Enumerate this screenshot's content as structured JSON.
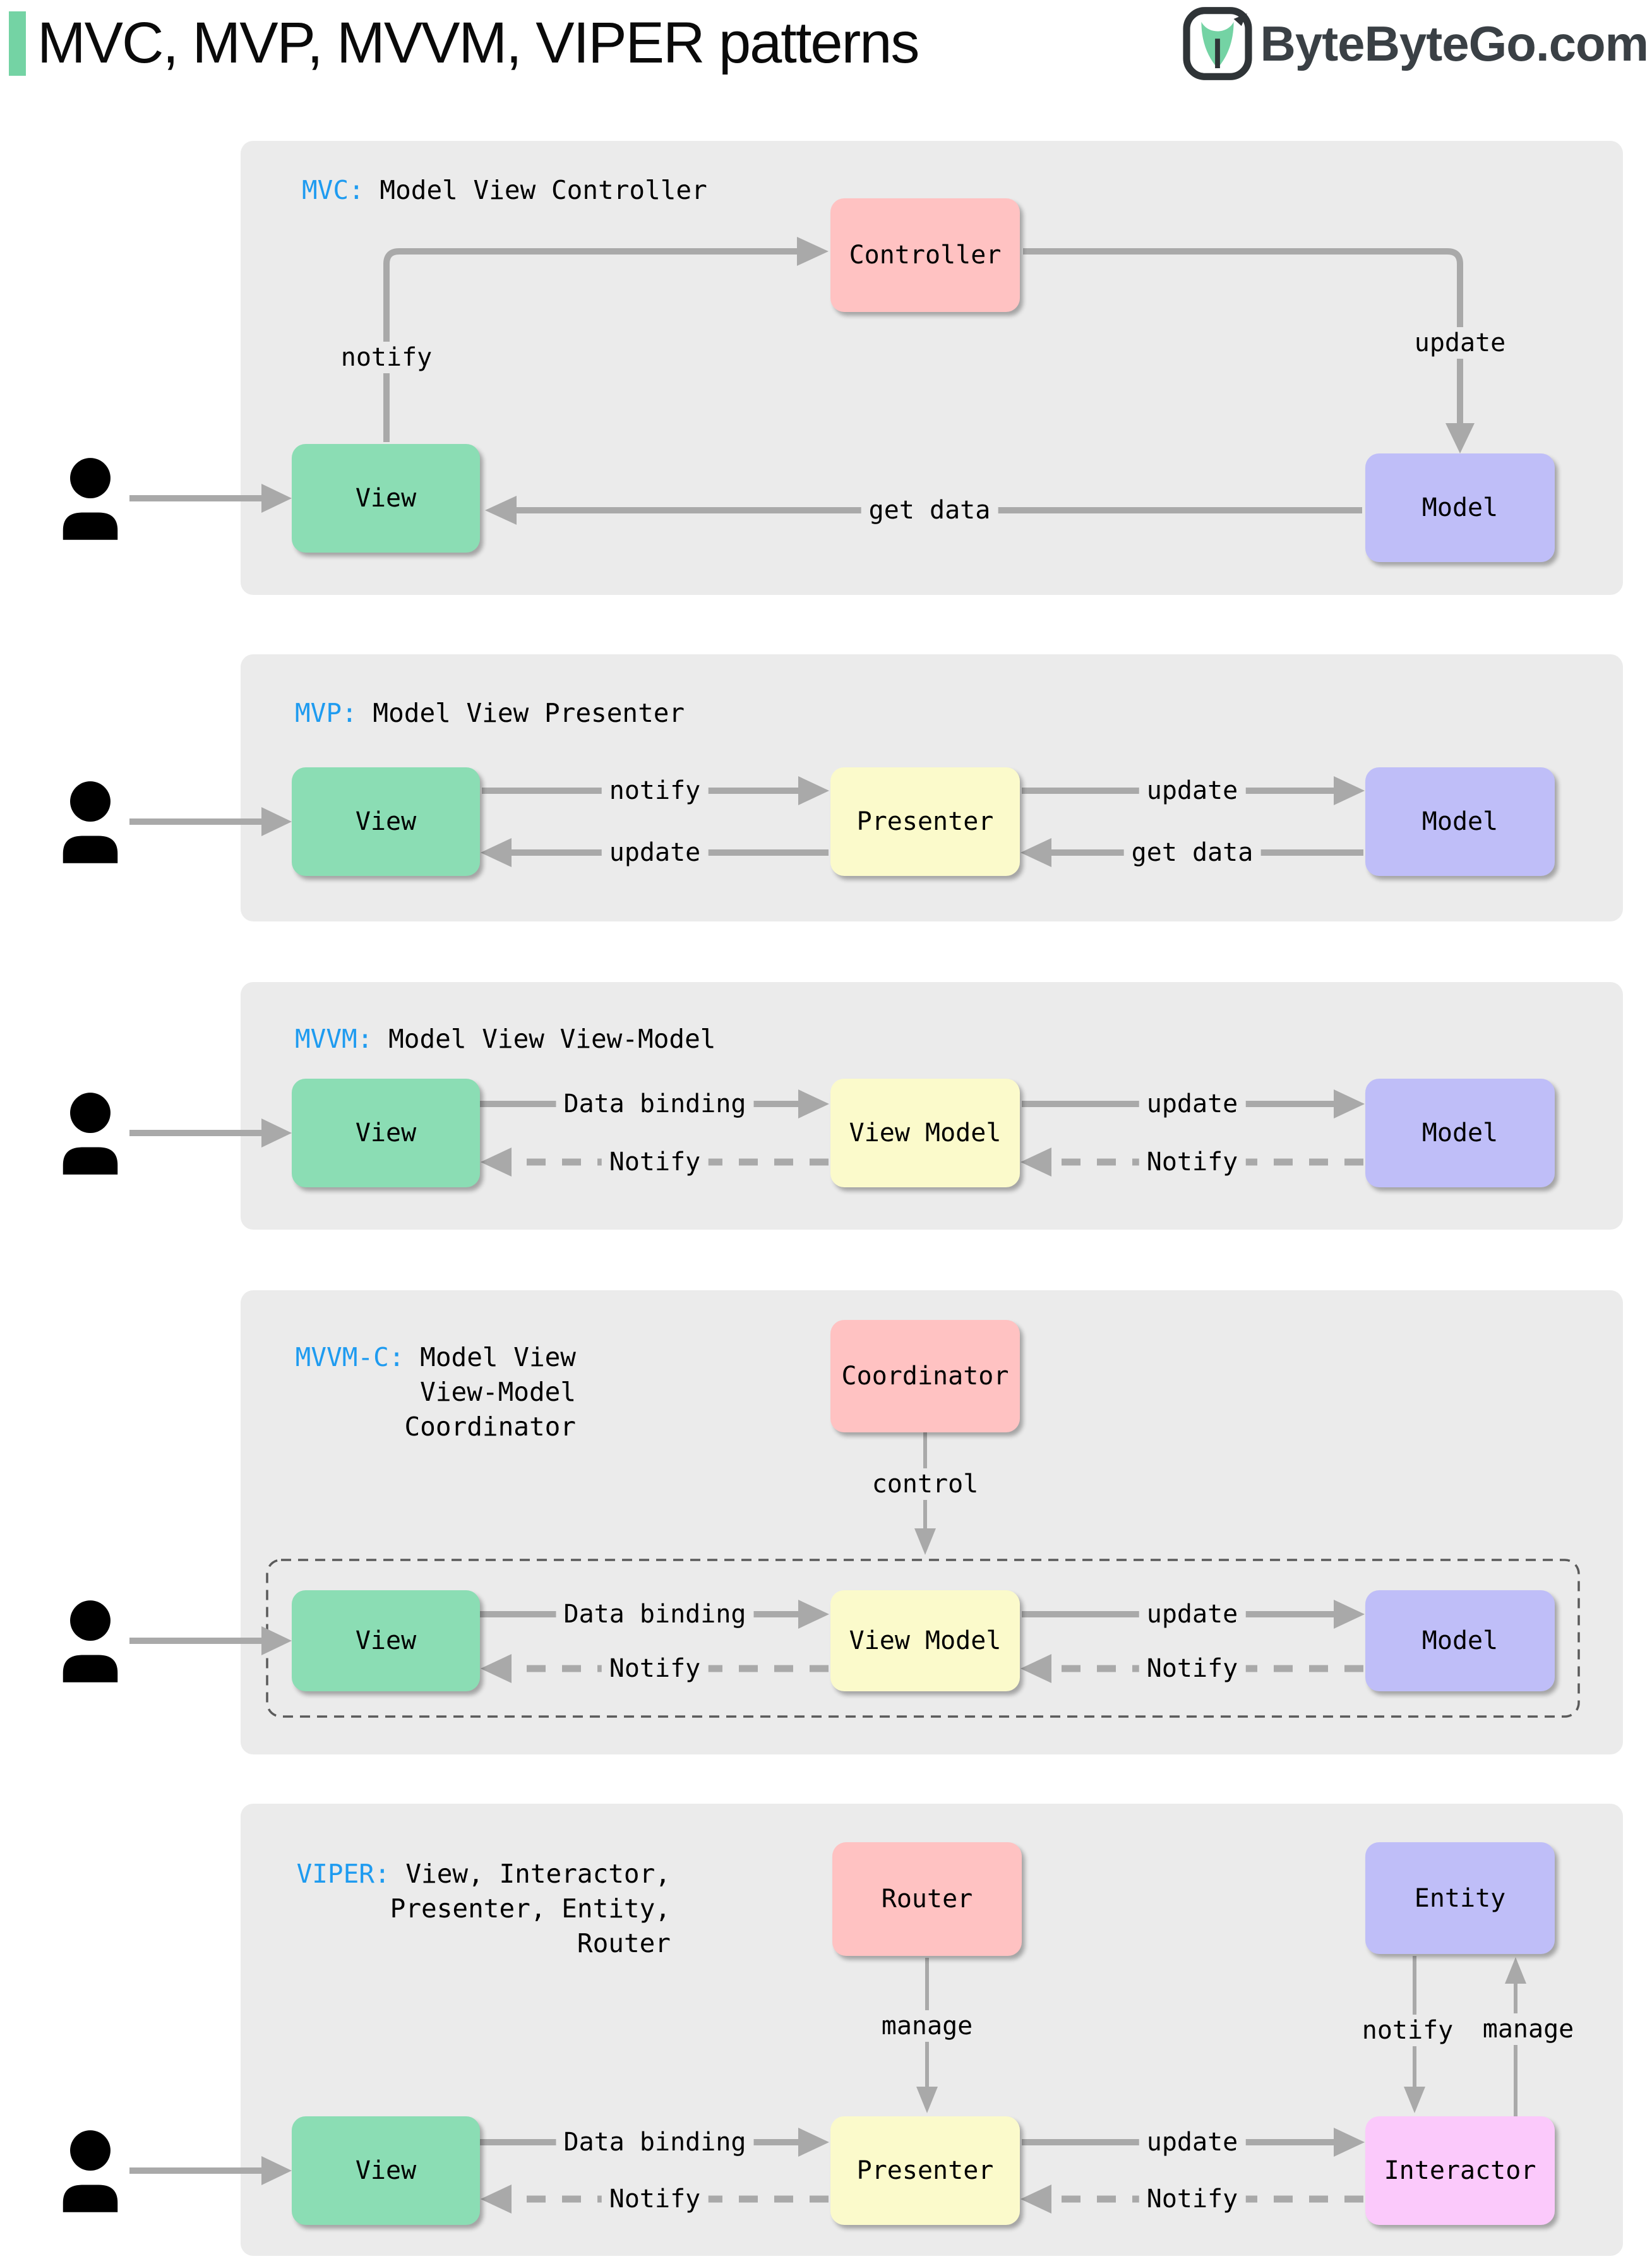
{
  "header": {
    "title": "MVC, MVP, MVVM, VIPER patterns",
    "brand": "ByteByteGo.com"
  },
  "colors": {
    "accent_green": "#74D3A4",
    "panel_bg": "#EBEBEB",
    "arrow_gray": "#A9A9A9",
    "abbr_blue": "#1E9BF0",
    "box_green": "#8BDDB4",
    "box_pink": "#FFC2C2",
    "box_purple": "#BFBEF8",
    "box_yellow": "#FBFACB",
    "box_magenta": "#FBC9FB"
  },
  "icons": {
    "user": "user-icon",
    "logo": "bytebytego-logo-icon"
  },
  "panels": {
    "mvc": {
      "abbr": "MVC:",
      "desc": " Model View Controller",
      "controller": "Controller",
      "view": "View",
      "model": "Model",
      "notify": "notify",
      "update": "update",
      "get_data": "get data"
    },
    "mvp": {
      "abbr": "MVP:",
      "desc": " Model View Presenter",
      "view": "View",
      "presenter": "Presenter",
      "model": "Model",
      "notify": "notify",
      "update_vp": "update",
      "update_pm": "update",
      "get_data": "get data"
    },
    "mvvm": {
      "abbr": "MVVM:",
      "desc": " Model View View-Model",
      "view": "View",
      "view_model": "View Model",
      "model": "Model",
      "data_binding": "Data binding",
      "notify_vm": "Notify",
      "update": "update",
      "notify_m": "Notify"
    },
    "mvvmc": {
      "abbr": "MVVM-C:",
      "desc_line1": " Model View",
      "desc_line2": "View-Model",
      "desc_line3": "Coordinator",
      "coordinator": "Coordinator",
      "control": "control",
      "view": "View",
      "view_model": "View Model",
      "model": "Model",
      "data_binding": "Data binding",
      "notify_vm": "Notify",
      "update": "update",
      "notify_m": "Notify"
    },
    "viper": {
      "abbr": "VIPER:",
      "desc_line1": " View, Interactor,",
      "desc_line2": "Presenter, Entity,",
      "desc_line3": "Router",
      "router": "Router",
      "entity": "Entity",
      "view": "View",
      "presenter": "Presenter",
      "interactor": "Interactor",
      "manage_router": "manage",
      "notify_entity": "notify",
      "manage_entity": "manage",
      "data_binding": "Data binding",
      "notify_vp": "Notify",
      "update": "update",
      "notify_ip": "Notify"
    }
  }
}
